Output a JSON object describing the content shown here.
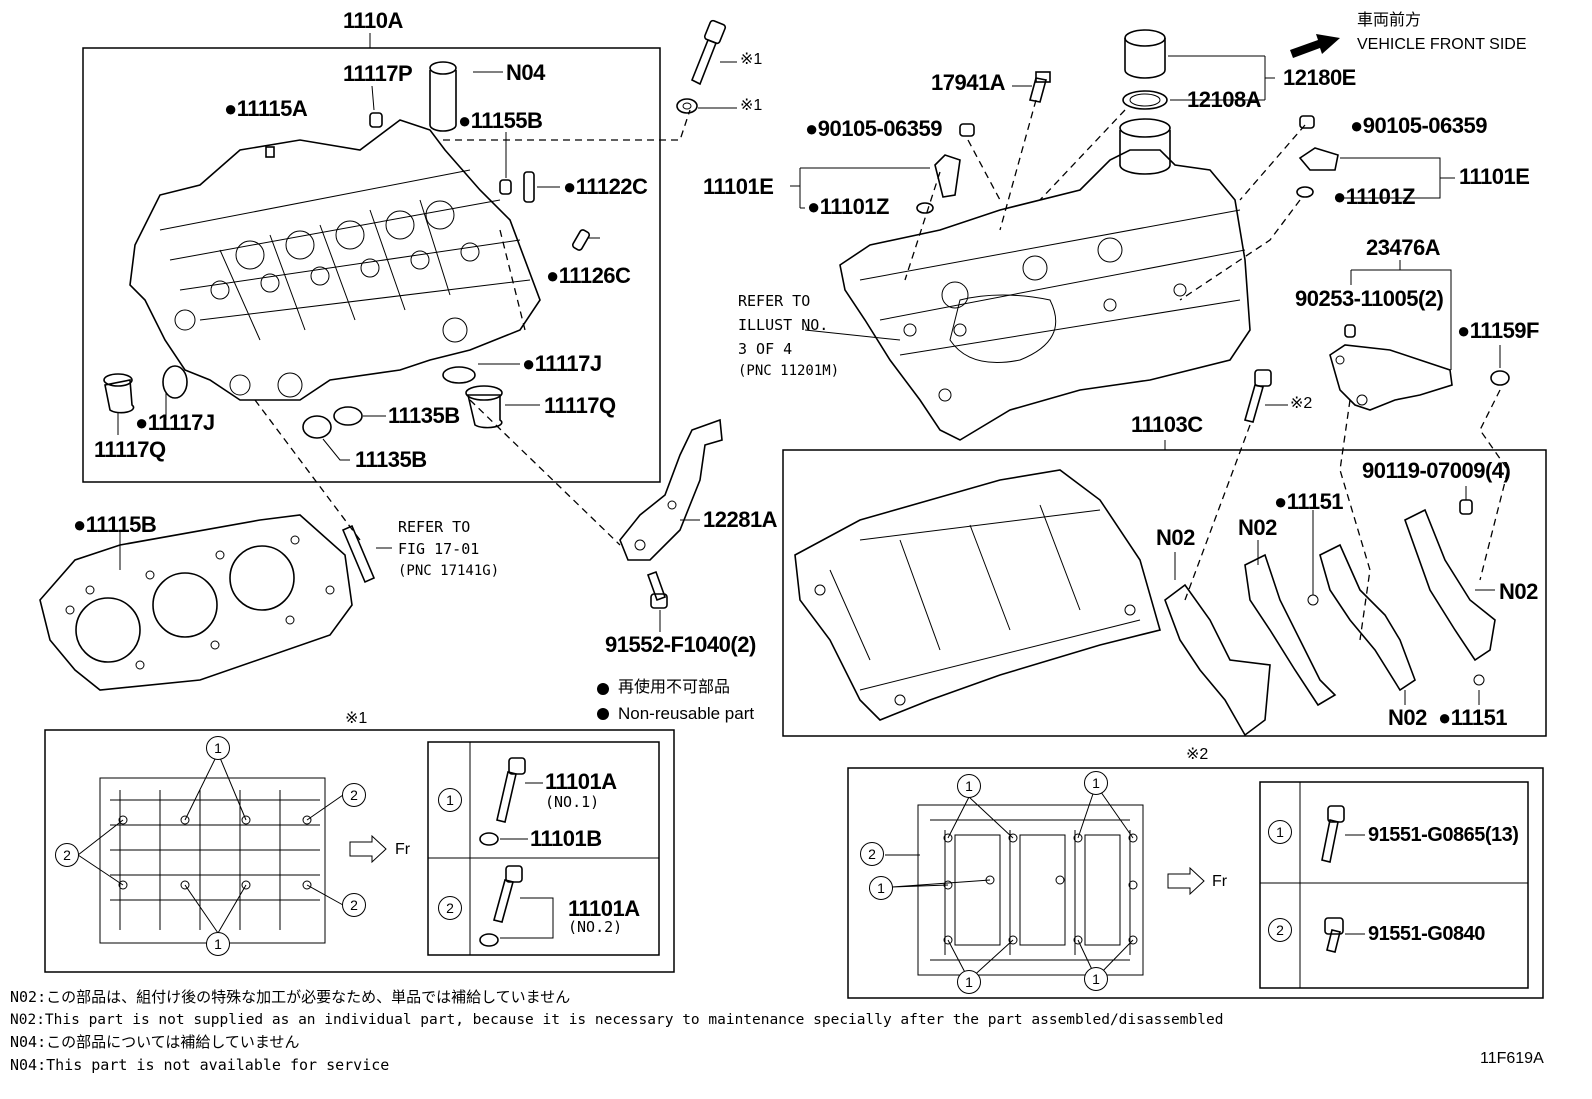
{
  "diagram_id": "11F619A",
  "vehicle_front": {
    "jp": "車両前方",
    "en": "VEHICLE FRONT SIDE"
  },
  "legend": {
    "jp": "再使用不可部品",
    "en": "Non-reusable part"
  },
  "callouts": {
    "c1110A": "1110A",
    "c11117P": "11117P",
    "cN04": "N04",
    "c11115A": "●11115A",
    "c11155B": "●11155B",
    "c11122C": "●11122C",
    "c11126C": "●11126C",
    "c11117J_r": "●11117J",
    "c11117Q_r": "11117Q",
    "c11135B_1": "11135B",
    "c11135B_2": "11135B",
    "c11117J_l": "●11117J",
    "c11117Q_l": "11117Q",
    "c11115B": "●11115B",
    "refer1": "REFER TO",
    "refer2": "FIG 17-01",
    "refer3": "(PNC 17141G)",
    "c12281A": "12281A",
    "c91552": "91552-F1040(2)",
    "star1a": "※1",
    "star1b": "※1",
    "c17941A": "17941A",
    "c90105_l": "●90105-06359",
    "c11101E_l": "11101E",
    "c11101Z_l": "●11101Z",
    "c12180E": "12180E",
    "c12108A": "12108A",
    "c90105_r": "●90105-06359",
    "c11101E_r": "11101E",
    "c11101Z_r": "●11101Z",
    "c23476A": "23476A",
    "c90253": "90253-11005(2)",
    "c11159F": "●11159F",
    "refil1": "REFER TO",
    "refil2": "ILLUST NO.",
    "refil3": "3 OF 4",
    "refil4": "(PNC 11201M)",
    "c11103C": "11103C",
    "star2": "※2",
    "c90119": "90119-07009(4)",
    "c11151_a": "●11151",
    "c11151_b": "●11151",
    "n02_a": "N02",
    "n02_b": "N02",
    "n02_c": "N02",
    "n02_d": "N02"
  },
  "detail1": {
    "title": "※1",
    "fr": "Fr",
    "rows": [
      {
        "num": "1",
        "part": "11101A",
        "sub": "(NO.1)",
        "washer": "11101B"
      },
      {
        "num": "2",
        "part": "11101A",
        "sub": "(NO.2)"
      }
    ],
    "circle1": "1",
    "circle2": "2"
  },
  "detail2": {
    "title": "※2",
    "fr": "Fr",
    "rows": [
      {
        "num": "1",
        "part": "91551-G0865(13)"
      },
      {
        "num": "2",
        "part": "91551-G0840"
      }
    ],
    "circle1": "1",
    "circle2": "2"
  },
  "notes": [
    "N02:この部品は、組付け後の特殊な加工が必要なため、単品では補給していません",
    "N02:This part is not supplied as an individual part, because it is necessary to maintenance specially after the part assembled/disassembled",
    "N04:この部品については補給していません",
    "N04:This part is not available for service"
  ]
}
